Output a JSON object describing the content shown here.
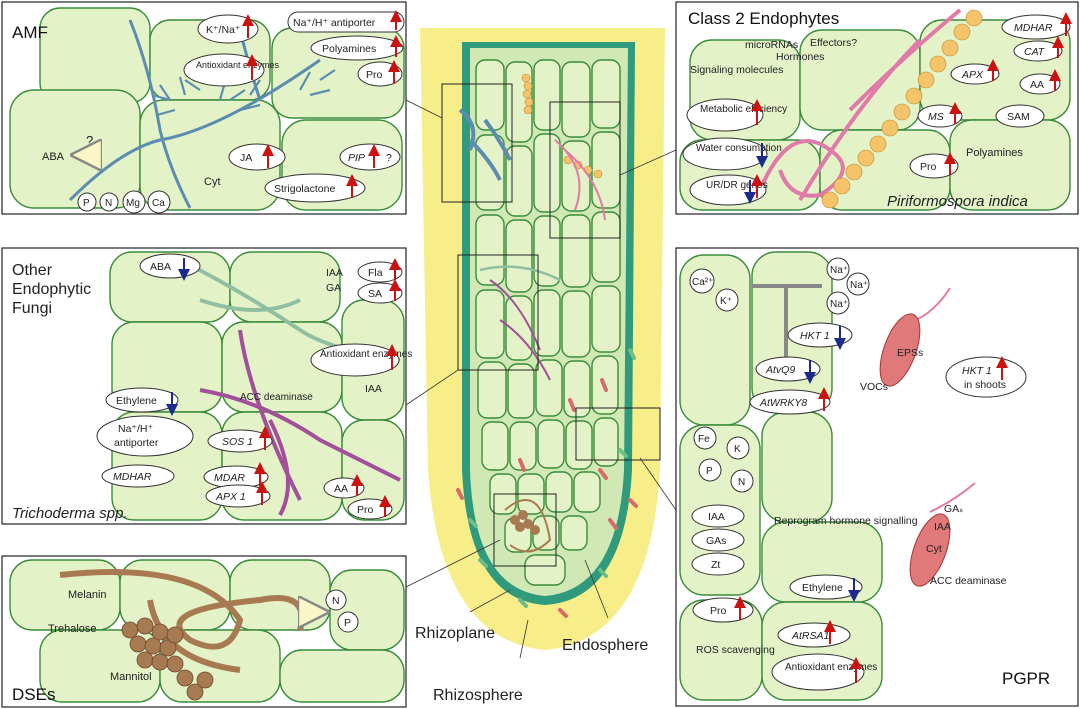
{
  "colors": {
    "cell_fill": "#e4f2c8",
    "cell_stroke": "#3a8c3a",
    "rhizosphere": "#f7ee8a",
    "endosphere": "#2f9a7c",
    "amf_hypha": "#5b8db0",
    "pink_hypha": "#e07aa8",
    "spore": "#f5c36a",
    "dse": "#a87a52",
    "purple": "#a2509a",
    "up_arrow": "#cc1111",
    "down_arrow": "#1c2a8a"
  },
  "root": {
    "rhizoplane": "Rhizoplane",
    "endosphere": "Endosphere",
    "rhizosphere": "Rhizosphere"
  },
  "amf": {
    "title": "AMF",
    "k_na": "K⁺/Na⁺",
    "nah": "Na⁺/H⁺ antiporter",
    "polyamines": "Polyamines",
    "antiox": "Antioxidant enzymes",
    "pro": "Pro",
    "aba": "ABA",
    "question": "?",
    "ja": "JA",
    "pip": "PIP",
    "pip_q": "?",
    "cyt": "Cyt",
    "strigolactone": "Strigolactone",
    "nutrients": [
      "P",
      "N",
      "Mg",
      "Ca"
    ]
  },
  "class2": {
    "title": "Class 2 Endophytes",
    "micrornas": "microRNAs",
    "effectors": "Effectors?",
    "hormones": "Hormones",
    "signaling": "Signaling molecules",
    "metabolic": "Metabolic efficiency",
    "water": "Water consumption",
    "urdr": "UR/DR genes",
    "mdhar": "MDHAR",
    "cat": "CAT",
    "apx": "APX",
    "aa": "AA",
    "ms": "MS",
    "sam": "SAM",
    "polyamines": "Polyamines",
    "pro": "Pro",
    "species": "Piriformospora indica"
  },
  "other": {
    "title_line1": "Other",
    "title_line2": "Endophytic",
    "title_line3": "Fungi",
    "aba": "ABA",
    "iaa": "IAA",
    "ga": "GA",
    "fla": "Fla",
    "sa": "SA",
    "antiox": "Antioxidant enzymes",
    "iaa2": "IAA",
    "ethylene": "Ethylene",
    "acc": "ACC deaminase",
    "nah_line1": "Na⁺/H⁺",
    "nah_line2": "antiporter",
    "sos1": "SOS 1",
    "mdhar": "MDHAR",
    "mdar": "MDAR",
    "apx1": "APX 1",
    "aa": "AA",
    "pro": "Pro",
    "species": "Trichoderma spp."
  },
  "dse": {
    "title": "DSEs",
    "melanin": "Melanin",
    "trehalose": "Trehalose",
    "mannitol": "Mannitol",
    "n": "N",
    "p": "P"
  },
  "pgpr": {
    "title": "PGPR",
    "ca": "Ca²⁺",
    "k": "K⁺",
    "na1": "Na⁺",
    "na2": "Na⁺",
    "na3": "Na⁺",
    "hkt1": "HKT 1",
    "atvq9": "AtvQ9",
    "atwrky8": "AtWRKY8",
    "epss": "EPSs",
    "vocs": "VOCs",
    "hkt1_shoots_1": "HKT 1",
    "hkt1_shoots_2": "in shoots",
    "fe": "Fe",
    "kk": "K",
    "p": "P",
    "n": "N",
    "iaa": "IAA",
    "gas": "GAs",
    "zt": "Zt",
    "reprogram": "Reprogram hormone signalling",
    "ga_s": "GAₛ",
    "iaa2": "IAA",
    "cyt": "Cyt",
    "acc": "ACC deaminase",
    "ethylene": "Ethylene",
    "pro": "Pro",
    "atrsa1": "AtRSA1",
    "ros": "ROS scavenging",
    "antiox": "Antioxidant enzymes"
  }
}
